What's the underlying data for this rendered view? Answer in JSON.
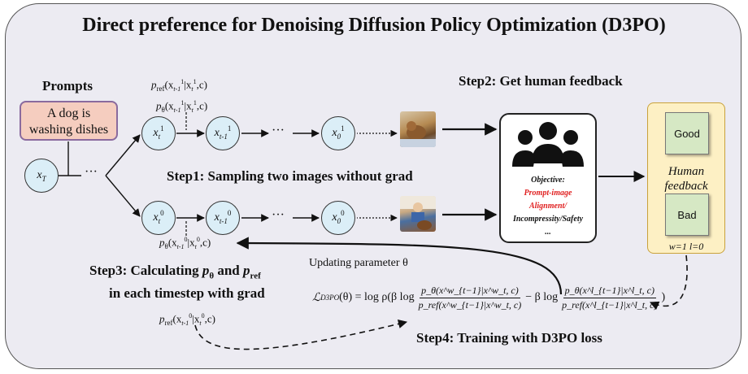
{
  "title": "Direct preference for Denoising Diffusion Policy Optimization (D3PO)",
  "prompts": {
    "heading": "Prompts",
    "prompt_line1": "A dog is",
    "prompt_line2": "washing dishes"
  },
  "nodes": {
    "x_T": "x",
    "x_T_sub": "T",
    "top": [
      {
        "base": "x",
        "sub": "t",
        "sup": "1"
      },
      {
        "base": "x",
        "sub": "t-1",
        "sup": "1"
      },
      {
        "base": "x",
        "sub": "0",
        "sup": "1"
      }
    ],
    "bottom": [
      {
        "base": "x",
        "sub": "t",
        "sup": "0"
      },
      {
        "base": "x",
        "sub": "t-1",
        "sup": "0"
      },
      {
        "base": "x",
        "sub": "0",
        "sup": "0"
      }
    ],
    "ellipsis": "···"
  },
  "labels": {
    "pref_top": "p",
    "pref_top_rest": "(x",
    "pref_top_tail": "|x",
    "pref_top_end": ",c)",
    "ptheta_top_rest": "(x",
    "ptheta_top_tail": "|x",
    "ptheta_top_end": ",c)",
    "ptheta_bot_rest": "(x",
    "ptheta_bot_tail": "|x",
    "ptheta_bot_end": ",c)",
    "pref_bot_rest": "(x",
    "pref_bot_tail": "|x",
    "pref_bot_end": ",c)",
    "sub_ref": "ref",
    "sub_theta": "θ",
    "sub_t1": "t-1",
    "sub_t": "t",
    "sup_1": "1",
    "sup_0": "0"
  },
  "steps": {
    "step1": "Step1: Sampling two images without grad",
    "step2": "Step2: Get human feedback",
    "step3_line1_prefix": "Step3: Calculating",
    "step3_and": "and",
    "step3_line2": "in each timestep with grad",
    "step3_p": "p",
    "step3_theta": "θ",
    "step3_pref_ref": "ref",
    "step3_line1b": "ref",
    "step4": "Step4: Training with D3PO loss"
  },
  "objective": {
    "heading": "Objective:",
    "red_line1": "Prompt-image",
    "red_line2": "Alignment/",
    "line3": "Incompressity/Safety",
    "line4": "..."
  },
  "feedback": {
    "good": "Good",
    "bad": "Bad",
    "label_line1": "Human",
    "label_line2": "feedback",
    "wl": "w=1   l=0"
  },
  "update_label": "Updating parameter θ",
  "loss": {
    "lhs": "ℒ",
    "lhs_sub": "D3PO",
    "lhs_arg": "(θ) = log ρ(β log",
    "num1": "p_θ(x^w_{t−1}|x^w_t, c)",
    "den1": "p_ref(x^w_{t−1}|x^w_t, c)",
    "minus": "− β log",
    "num2": "p_θ(x^l_{t−1}|x^l_t, c)",
    "den2": "p_ref(x^l_{t−1}|x^l_t, c)",
    "close": ")"
  },
  "icons": {
    "people": "people-group-icon",
    "images": [
      "generated-image-dog-top",
      "generated-image-dog-bottom"
    ]
  },
  "colors": {
    "panel": "#ecebf2",
    "node": "#dbeef7",
    "prompt_fill": "#f5cdbf",
    "prompt_border": "#8a6a9e",
    "feedback_fill": "#fdf0c4",
    "card_fill": "#d6e8c4",
    "objective_red": "#e02020"
  }
}
